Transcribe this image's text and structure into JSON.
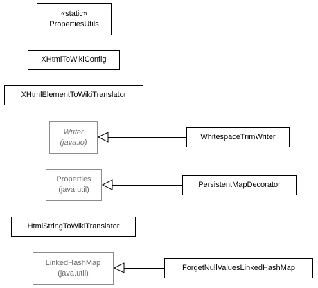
{
  "diagram": {
    "classes": [
      {
        "id": "properties-utils",
        "stereotype": "«static»",
        "name": "PropertiesUtils"
      },
      {
        "id": "xhtml-to-wiki-config",
        "name": "XHtmlToWikiConfig"
      },
      {
        "id": "xhtml-element-to-wiki-translator",
        "name": "XHtmlElementToWikiTranslator"
      },
      {
        "id": "writer",
        "name": "Writer",
        "package": "(java.io)",
        "abstract": true
      },
      {
        "id": "whitespace-trim-writer",
        "name": "WhitespaceTrimWriter"
      },
      {
        "id": "properties",
        "name": "Properties",
        "package": "(java.util)"
      },
      {
        "id": "persistent-map-decorator",
        "name": "PersistentMapDecorator"
      },
      {
        "id": "html-string-to-wiki-translator",
        "name": "HtmlStringToWikiTranslator"
      },
      {
        "id": "linked-hash-map",
        "name": "LinkedHashMap",
        "package": "(java.util)"
      },
      {
        "id": "forget-null-values-linked-hash-map",
        "name": "ForgetNullValuesLinkedHashMap"
      }
    ],
    "generalizations": [
      {
        "from": "whitespace-trim-writer",
        "to": "writer"
      },
      {
        "from": "persistent-map-decorator",
        "to": "properties"
      },
      {
        "from": "forget-null-values-linked-hash-map",
        "to": "linked-hash-map"
      }
    ]
  }
}
